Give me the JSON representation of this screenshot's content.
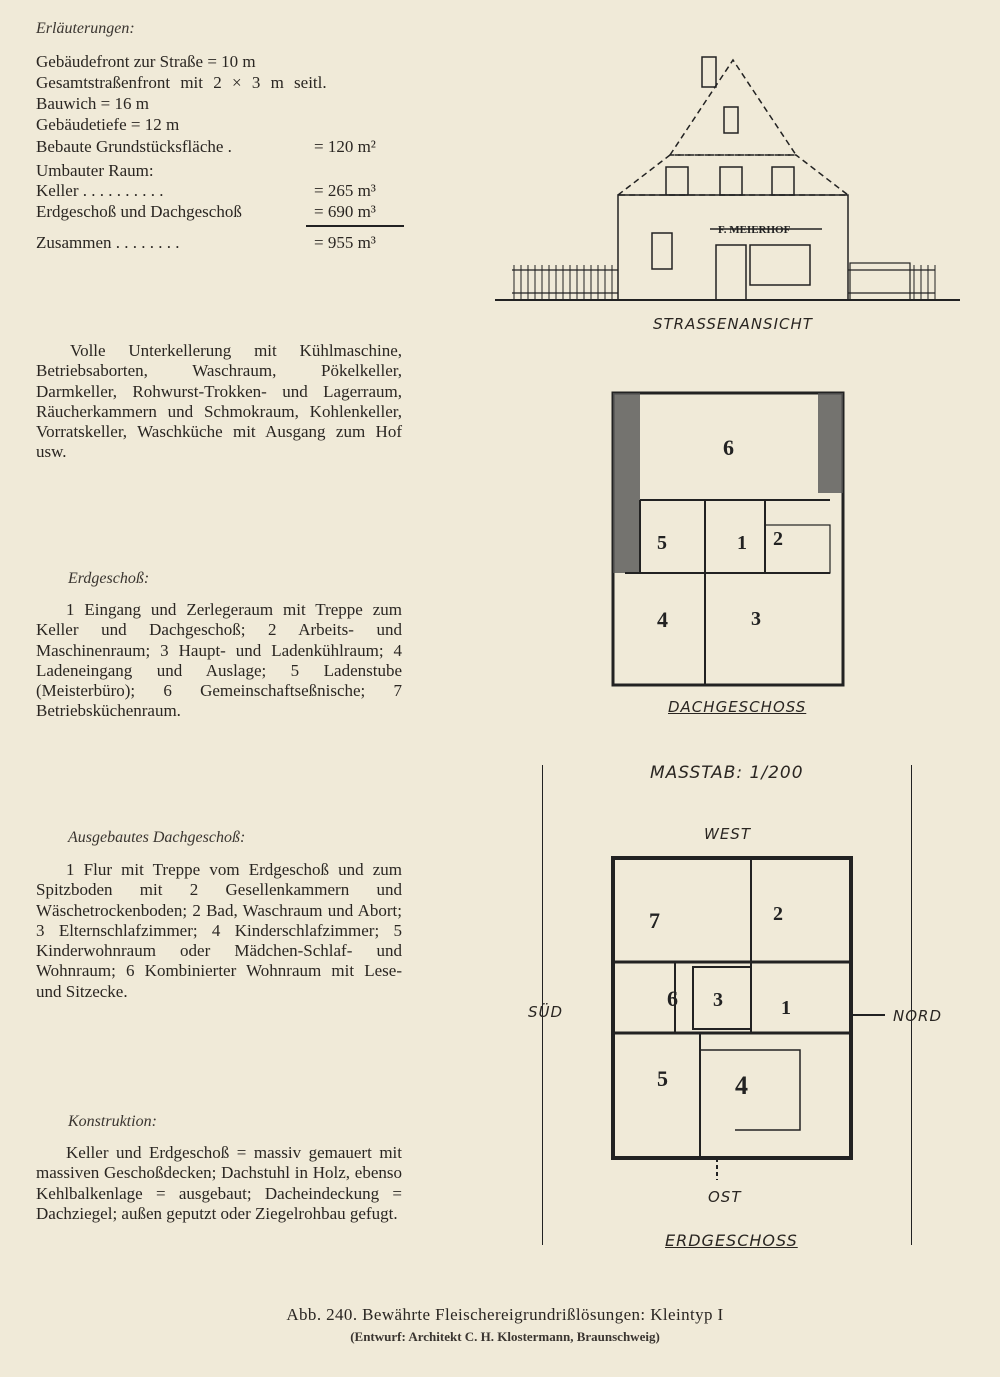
{
  "explanations": {
    "heading": "Erläuterungen:",
    "lines": [
      "Gebäudefront zur Straße = 10 m",
      "Gesamtstraßenfront mit 2 × 3 m seitl.",
      "Bauwich = 16 m",
      "Gebäudetiefe = 12 m"
    ],
    "rows": [
      {
        "label": "Bebaute Grundstücksfläche .",
        "value": "= 120 m²"
      },
      {
        "label": "Umbauter Raum:",
        "value": ""
      },
      {
        "label": "Keller . . . . . . . . . .",
        "value": "= 265 m³"
      },
      {
        "label": "Erdgeschoß und Dachgeschoß",
        "value": "= 690 m³"
      },
      {
        "label": "Zusammen . . . . . . . .",
        "value": "= 955 m³"
      }
    ]
  },
  "basement_text": "Volle Unterkellerung mit Kühlmaschine, Betriebsaborten, Waschraum, Pökelkeller, Darmkeller, Rohwurst-Trokken- und Lagerraum, Räucherkammern und Schmokraum, Kohlenkeller, Vorratskeller, Waschküche mit Ausgang zum Hof usw.",
  "ground_floor": {
    "heading": "Erdgeschoß:",
    "text": "1 Eingang und Zerlegeraum mit Treppe zum Keller und Dachgeschoß; 2 Arbeits- und Maschinenraum; 3 Haupt- und Ladenkühlraum; 4 Ladeneingang und Auslage; 5 Ladenstube (Meisterbüro); 6 Gemeinschaftseßnische; 7 Betriebsküchenraum."
  },
  "attic": {
    "heading": "Ausgebautes Dachgeschoß:",
    "text": "1 Flur mit Treppe vom Erdgeschoß und zum Spitzboden mit 2 Gesellenkammern und Wäschetrockenboden; 2 Bad, Waschraum und Abort; 3 Elternschlafzimmer; 4 Kinderschlafzimmer; 5 Kinderwohnraum oder Mädchen-Schlaf- und Wohnraum; 6 Kombinierter Wohnraum mit Lese- und Sitzecke."
  },
  "construction": {
    "heading": "Konstruktion:",
    "text": "Keller und Erdgeschoß = massiv gemauert mit massiven Geschoßdecken; Dachstuhl in Holz, ebenso Kehlbalkenlage = ausgebaut; Dacheindeckung = Dachziegel; außen geputzt oder Ziegelrohbau gefugt."
  },
  "drawings": {
    "shop_sign": "F. MEIERHOF",
    "facade_label": "STRASSENANSICHT",
    "attic_label": "DACHGESCHOSS",
    "attic_rooms": [
      "6",
      "5",
      "1",
      "2",
      "4",
      "3"
    ],
    "scale": "MASSTAB: 1/200",
    "west": "WEST",
    "south": "SÜD",
    "north": "NORD",
    "east": "OST",
    "ground_rooms": [
      "7",
      "2",
      "6",
      "3",
      "1",
      "5",
      "4"
    ],
    "ground_label": "ERDGESCHOSS"
  },
  "caption": {
    "title": "Abb. 240. Bewährte Fleischereigrundrißlösungen: Kleintyp I",
    "credit": "(Entwurf: Architekt C. H. Klostermann, Braunschweig)"
  }
}
